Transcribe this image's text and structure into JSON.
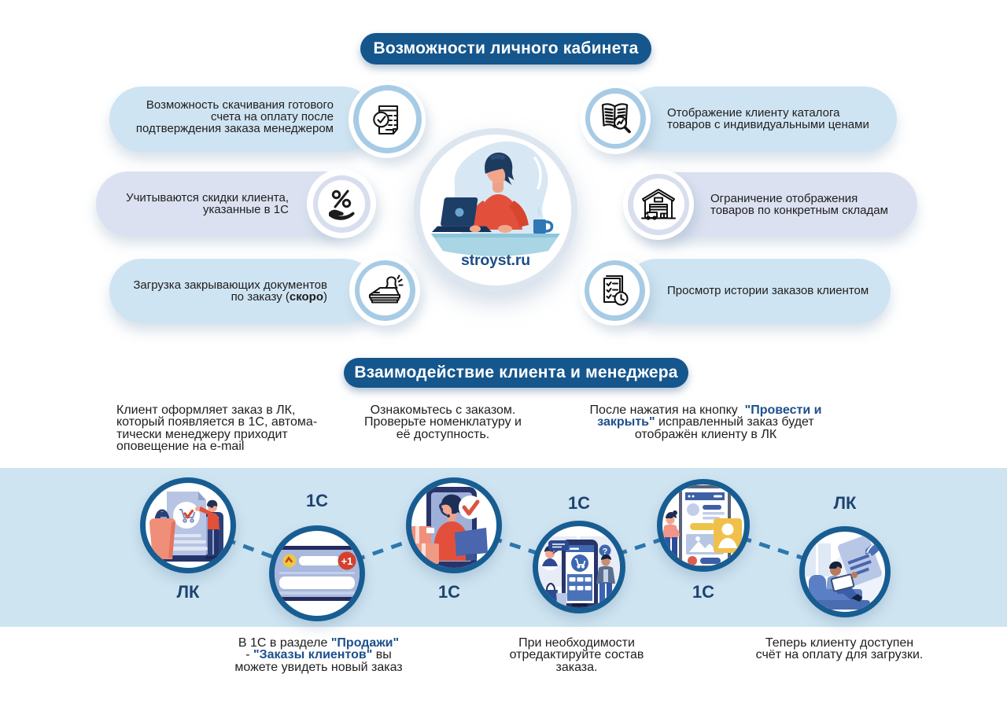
{
  "colors": {
    "title_pill": "#15568d",
    "pill_blue": "#cfe4f2",
    "pill_lavender": "#dbe1f0",
    "icon_ring_blue": "#a7cbe5",
    "icon_ring_lavender": "#d8deee",
    "band": "#cfe4f1",
    "node_border": "#175d92",
    "node_label": "#1d4370",
    "dash_connector": "#2e77ae",
    "inline_bold_blue": "#1d4f8c",
    "brand_blue": "#1d4e87",
    "text": "#1e1e1e"
  },
  "header": {
    "title": "Возможности личного кабинета"
  },
  "brand": {
    "site": "stroyst.ru"
  },
  "features": {
    "left": [
      {
        "icon": "invoice-check-icon",
        "lines": [
          "Возможность скачивания готового",
          "счета на оплату после",
          "подтверждения заказа менеджером"
        ]
      },
      {
        "icon": "discount-hand-icon",
        "lines": [
          "Учитываются скидки клиента,",
          "указанные в 1С"
        ]
      },
      {
        "icon": "stamp-documents-icon",
        "line1": "Загрузка закрывающих документов",
        "line2_pre": "по заказу (",
        "line2_bold": "скоро",
        "line2_post": ")"
      }
    ],
    "right": [
      {
        "icon": "catalog-prices-icon",
        "lines": [
          "Отображение клиенту каталога",
          "товаров с индивидуальными ценами"
        ]
      },
      {
        "icon": "warehouse-icon",
        "lines": [
          "Ограничение отображения",
          "товаров по конкретным складам"
        ]
      },
      {
        "icon": "order-history-icon",
        "lines": [
          "Просмотр истории заказов клиентом"
        ]
      }
    ]
  },
  "interaction": {
    "title": "Взаимодействие клиента и менеджера",
    "steps": [
      {
        "lines": [
          "Клиент оформляет заказ в ЛК,",
          "который появляется в 1С, автома-",
          "тически менеджеру приходит",
          "оповещение на e-mail"
        ]
      },
      {
        "lines": [
          "Ознакомьтесь с заказом.",
          "Проверьте номенклатуру и",
          "её доступность."
        ]
      },
      {
        "l1a": "После нажатия на кнопку  ",
        "l1b": "\"Провести и",
        "l2a": "закрыть\"",
        "l2b": " исправленный заказ будет",
        "l3": "отображён клиенту в ЛК"
      }
    ]
  },
  "flow": {
    "nodes": [
      {
        "label": "ЛК",
        "illustration": "client-places-order"
      },
      {
        "label": "1С",
        "illustration": "new-order-notification"
      },
      {
        "label": "1С",
        "illustration": "manager-reviews-order"
      },
      {
        "label": "1С",
        "illustration": "edit-order-app"
      },
      {
        "label": "1С",
        "illustration": "post-and-close"
      },
      {
        "label": "ЛК",
        "illustration": "client-downloads-invoice"
      }
    ],
    "captions": [
      {
        "l1a": "В 1С в разделе ",
        "l1b": "\"Продажи\"",
        "l2a": "- ",
        "l2b": "\"Заказы клиентов\"",
        "l2c": " вы",
        "l3": "можете увидеть новый заказ"
      },
      {
        "lines": [
          "При необходимости",
          "отредактируйте состав",
          "заказа."
        ]
      },
      {
        "lines": [
          "Теперь клиенту доступен",
          "счёт на оплату для загрузки."
        ]
      }
    ]
  }
}
